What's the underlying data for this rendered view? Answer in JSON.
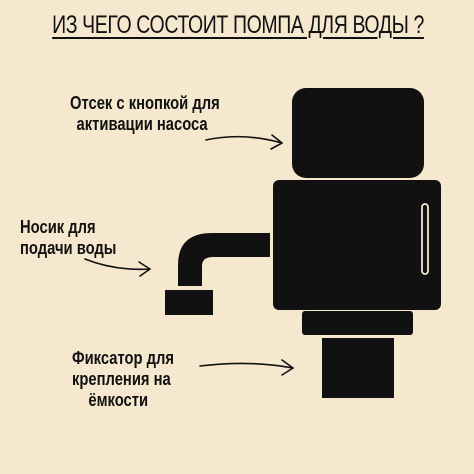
{
  "title": "ИЗ ЧЕГО СОСТОИТ ПОМПА ДЛЯ ВОДЫ ?",
  "labels": {
    "button_compartment": [
      "Отсек с кнопкой для",
      "активации насоса"
    ],
    "spout": [
      "Носик для",
      "подачи воды"
    ],
    "clamp": [
      "Фиксатор для",
      "крепления на",
      "ёмкости"
    ]
  },
  "colors": {
    "background": "#f6e8cf",
    "ink": "#111111"
  }
}
